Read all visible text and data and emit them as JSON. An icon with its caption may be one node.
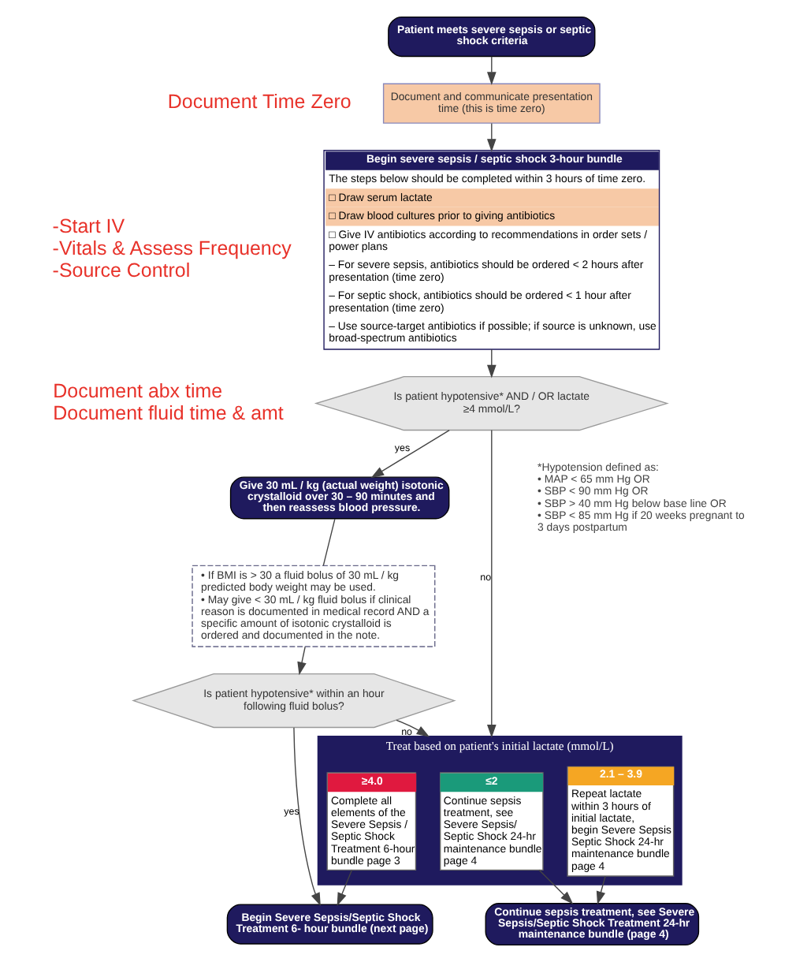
{
  "diagram": {
    "nodes": [
      {
        "text": [
          "Patient meets severe sepsis or septic shock criteria"
        ]
      },
      {
        "text": [
          "Document and communicate presentation time (this is time zero)"
        ]
      },
      {
        "text": [
          "Begin severe sepsis / septic shock 3-hour bundle",
          "The steps below should be completed within 3 hours of time zero.",
          "□ Draw serum lactate",
          "□ Draw blood cultures prior to giving antibiotics",
          "□ Give IV antibiotics according to recommendations in order sets / power plans",
          "– For severe sepsis, antibiotics should be ordered < 2 hours after presentation (time zero)",
          "– For septic shock, antibiotics should be ordered < 1 hour after presentation (time zero)",
          "– Use source-target antibiotics if possible; if source is unknown, use broad-spectrum antibiotics"
        ]
      },
      {
        "text": [
          "Is patient hypotensive* AND / OR lactate ≥4 mmol/L?"
        ]
      },
      {
        "text": [
          "Give 30 mL / kg (actual weight) isotonic crystalloid over 30 – 90 minutes and then reassess blood pressure."
        ]
      },
      {
        "text": [
          "• If BMI is > 30 a fluid bolus of 30 mL / kg predicted body weight may be used.",
          "• May give < 30 mL / kg fluid bolus if clinical reason is documented in medical record AND a specific amount of isotonic crystalloid is ordered and documented in the note."
        ]
      },
      {
        "text": [
          "Is patient hypotensive* within an hour following fluid bolus?"
        ]
      },
      {
        "text": [
          "Treat based on patient's initial lactate (mmol/L)"
        ]
      },
      {
        "text": [
          "≤2",
          "Continue sepsis treatment, see Severe Sepsis/ Septic Shock 24-hr maintenance bundle page 4"
        ],
        "in": 7
      },
      {
        "text": [
          "2.1 – 3.9",
          "Repeat lactate within 3 hours of initial lactate, begin Severe Sepsis Septic Shock 24-hr maintenance bundle page 4"
        ],
        "in": 7
      },
      {
        "text": [
          "≥4.0",
          "Complete all elements of the Severe Sepsis / Septic Shock Treatment 6-hour bundle page 3"
        ],
        "in": 7
      },
      {
        "text": [
          "Continue sepsis treatment, see Severe Sepsis/Septic Shock Treatment 24-hr maintenance bundle (page 4)"
        ]
      },
      {
        "text": [
          "Begin Severe Sepsis/Septic Shock Treatment 6- hour bundle (next page)"
        ]
      }
    ],
    "edges": [
      {
        "from": 0,
        "to": 1,
        "arrow": "to"
      },
      {
        "from": 1,
        "to": 2,
        "arrow": "to"
      },
      {
        "from": 2,
        "to": 3,
        "arrow": "to"
      },
      {
        "from": 3,
        "to": 7,
        "arrow": "to",
        "label": "no"
      },
      {
        "from": 3,
        "to": 4,
        "arrow": "to",
        "label": "yes"
      },
      {
        "from": 4,
        "to": 5,
        "arrow": "none"
      },
      {
        "from": 5,
        "to": 6,
        "arrow": "to"
      },
      {
        "from": 6,
        "to": 7,
        "arrow": "to",
        "label": "no"
      },
      {
        "from": 6,
        "to": 12,
        "arrow": "to",
        "label": "yes"
      },
      {
        "from": 8,
        "to": 11,
        "arrow": "to"
      },
      {
        "from": 9,
        "to": 11,
        "arrow": "to"
      },
      {
        "from": 10,
        "to": 12,
        "arrow": "to"
      }
    ],
    "labels": [
      "Document Time Zero",
      "-Start IV",
      "-Vitals & Assess Frequency",
      "-Source Control",
      "Document abx time",
      "Document fluid time & amt",
      "*Hypotension defined as:",
      "• MAP < 65 mm Hg OR",
      "• SBP < 90 mm Hg OR",
      "• SBP > 40 mm Hg below base line OR",
      "• SBP < 85 mm Hg if 20 weeks pregnant to 3 days postpartum"
    ]
  }
}
